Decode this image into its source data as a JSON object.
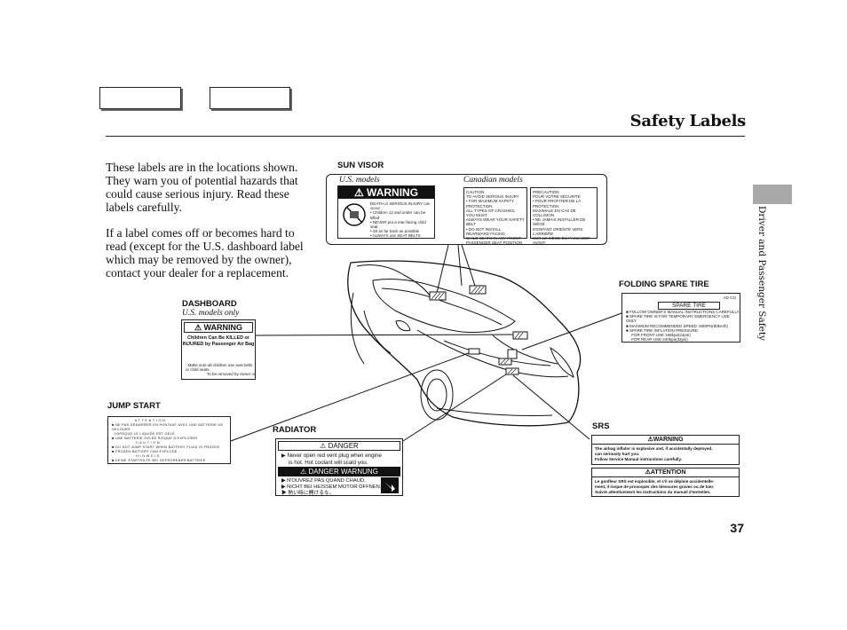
{
  "header": {
    "title": "Safety Labels"
  },
  "side_tab": {
    "text": "Driver and Passenger Safety"
  },
  "intro": {
    "paragraph1": "These labels are in the locations shown. They warn you of potential hazards that could cause serious injury. Read these labels carefully.",
    "paragraph2": "If a label comes off or becomes hard to read (except for the U.S. dashboard label which may be removed by the owner), contact your dealer for a replacement."
  },
  "labels": {
    "sun_visor": {
      "title": "SUN VISOR",
      "us_caption": "U.S. models",
      "ca_caption": "Canadian models",
      "warning": "WARNING"
    },
    "dashboard": {
      "title": "DASHBOARD",
      "caption": "U.S. models only",
      "warning": "WARNING",
      "line1": "Children Can Be KILLED or",
      "line2": "INJURED by Passenger Air Bag"
    },
    "folding_spare_tire": {
      "title": "FOLDING SPARE TIRE",
      "heading": "SPARE TIRE"
    },
    "jump_start": {
      "title": "JUMP START"
    },
    "radiator": {
      "title": "RADIATOR",
      "danger": "DANGER",
      "line1": "Never open red vent plug when engine",
      "line2": "is hot. Hot coolant will scald you.",
      "danger2": "DANGER WARNUNG",
      "fr": "N'OUVREZ PAS QUAND CHAUD.",
      "de": "NICHT BEI HEISSEM MOTOR ÖFFNEN."
    },
    "srs": {
      "title": "SRS",
      "warning": "WARNING",
      "w_line1": "The airbag inflator is explosive and, if accidentally deployed,",
      "w_line2": "can seriously hurt you.",
      "w_line3": "Follow Service Manual instructions carefully.",
      "attention": "ATTENTION",
      "a_line1": "Le gonfleur SRS est explosible, et s'il se déploie accidentelle-",
      "a_line2": "ment, il risque de provoquer des blessures graves ou de tuer.",
      "a_line3": "Suivre attentivement les instructions du manuel d'entretien."
    }
  },
  "page_number": "37"
}
